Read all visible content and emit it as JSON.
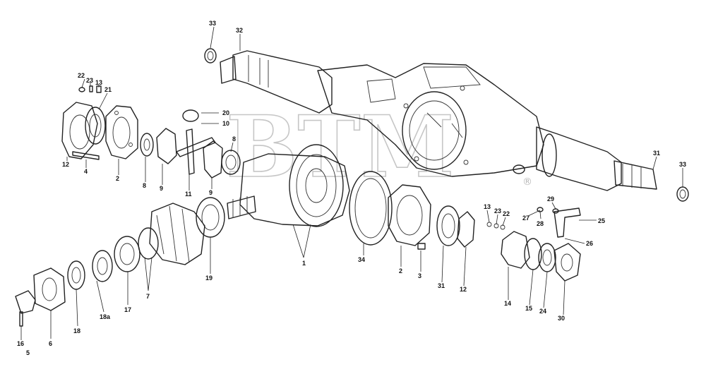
{
  "watermark": {
    "text": "BTM",
    "reg": "®"
  },
  "callouts": [
    {
      "id": "c33t",
      "text": "33"
    },
    {
      "id": "c32",
      "text": "32"
    },
    {
      "id": "c22a",
      "text": "22"
    },
    {
      "id": "c23a",
      "text": "23"
    },
    {
      "id": "c13a",
      "text": "13"
    },
    {
      "id": "c21",
      "text": "21"
    },
    {
      "id": "c20",
      "text": "20"
    },
    {
      "id": "c10",
      "text": "10"
    },
    {
      "id": "c8a",
      "text": "8"
    },
    {
      "id": "c12a",
      "text": "12"
    },
    {
      "id": "c4",
      "text": "4"
    },
    {
      "id": "c2a",
      "text": "2"
    },
    {
      "id": "c8b",
      "text": "8"
    },
    {
      "id": "c9a",
      "text": "9"
    },
    {
      "id": "c11",
      "text": "11"
    },
    {
      "id": "c9b",
      "text": "9"
    },
    {
      "id": "c19",
      "text": "19"
    },
    {
      "id": "c1",
      "text": "1"
    },
    {
      "id": "c34",
      "text": "34"
    },
    {
      "id": "c2b",
      "text": "2"
    },
    {
      "id": "c3",
      "text": "3"
    },
    {
      "id": "c31a",
      "text": "31"
    },
    {
      "id": "c12b",
      "text": "12"
    },
    {
      "id": "c13b",
      "text": "13"
    },
    {
      "id": "c23b",
      "text": "23"
    },
    {
      "id": "c22b",
      "text": "22"
    },
    {
      "id": "c29",
      "text": "29"
    },
    {
      "id": "c27",
      "text": "27"
    },
    {
      "id": "c28",
      "text": "28"
    },
    {
      "id": "c25",
      "text": "25"
    },
    {
      "id": "c26",
      "text": "26"
    },
    {
      "id": "c14",
      "text": "14"
    },
    {
      "id": "c15",
      "text": "15"
    },
    {
      "id": "c24",
      "text": "24"
    },
    {
      "id": "c30",
      "text": "30"
    },
    {
      "id": "c31b",
      "text": "31"
    },
    {
      "id": "c33r",
      "text": "33"
    },
    {
      "id": "c7",
      "text": "7"
    },
    {
      "id": "c17",
      "text": "17"
    },
    {
      "id": "c18a",
      "text": "18a"
    },
    {
      "id": "c18",
      "text": "18"
    },
    {
      "id": "c6",
      "text": "6"
    },
    {
      "id": "c16",
      "text": "16"
    },
    {
      "id": "c5",
      "text": "5"
    }
  ]
}
